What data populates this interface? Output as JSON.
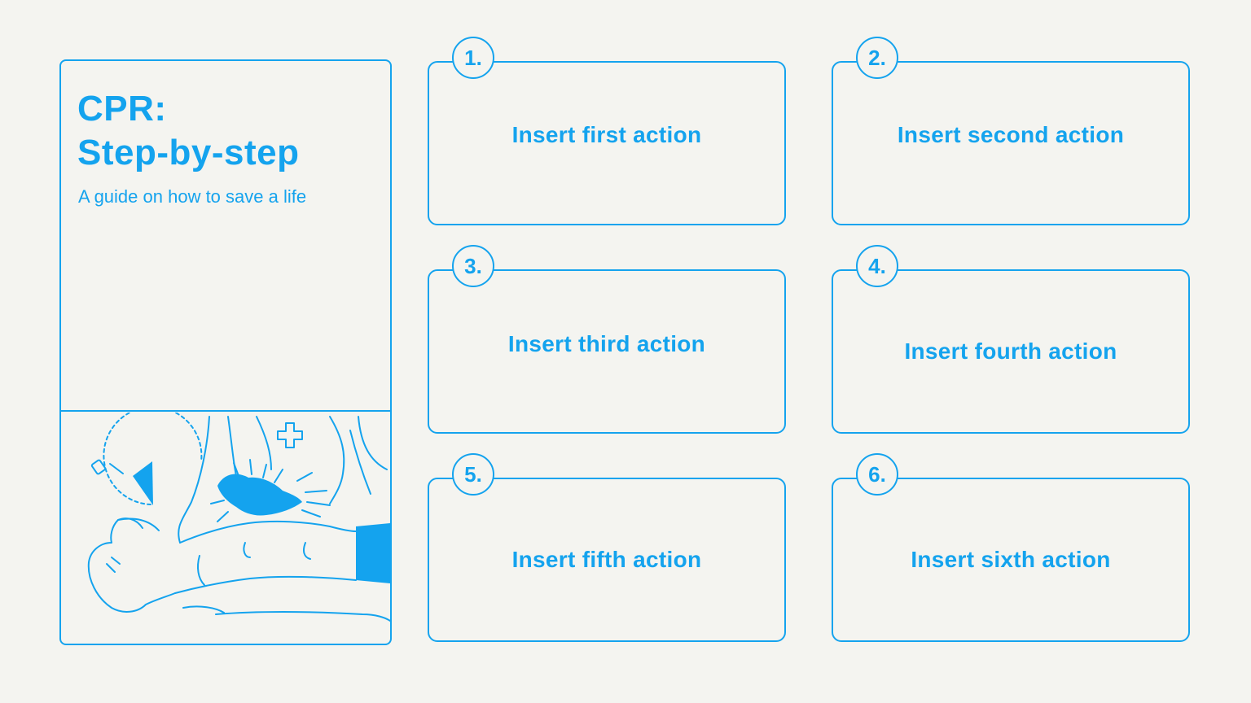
{
  "intro": {
    "title_line1": "CPR:",
    "title_line2": "Step-by-step",
    "subtitle": "A guide on how to save a life"
  },
  "steps": [
    {
      "number": "1.",
      "label": "Insert first action"
    },
    {
      "number": "2.",
      "label": "Insert second action"
    },
    {
      "number": "3.",
      "label": "Insert third action"
    },
    {
      "number": "4.",
      "label": "Insert fourth action"
    },
    {
      "number": "5.",
      "label": "Insert fifth action"
    },
    {
      "number": "6.",
      "label": "Insert sixth action"
    }
  ],
  "colors": {
    "accent": "#14a3ee",
    "background": "#f4f4f0"
  },
  "icons": {
    "illustration": "cpr-chest-compression-illustration",
    "timer": "stopwatch-icon",
    "medical": "medical-cross-icon"
  }
}
